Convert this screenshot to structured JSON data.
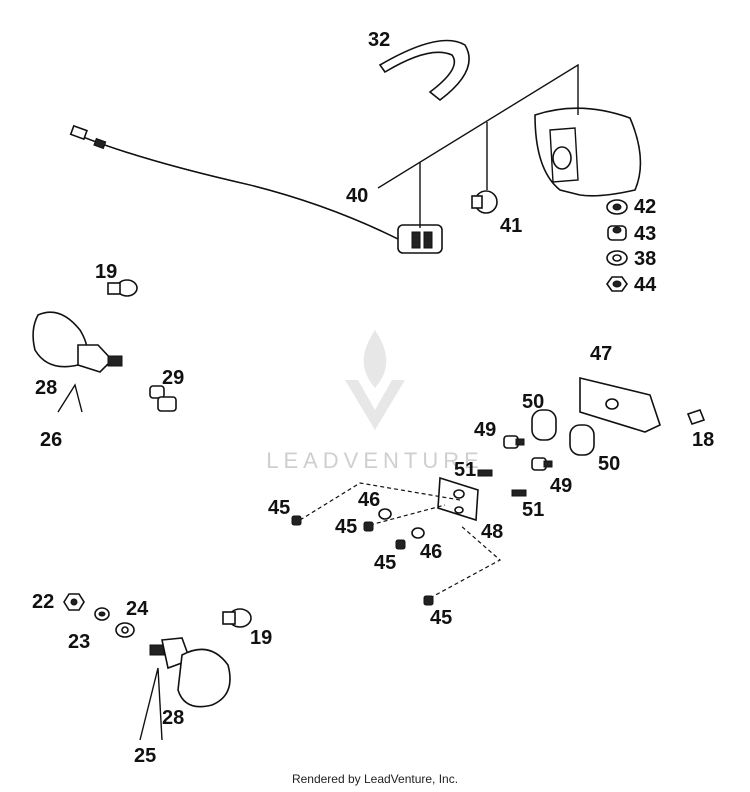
{
  "callouts": [
    "32",
    "40",
    "41",
    "42",
    "43",
    "38",
    "44",
    "19",
    "28",
    "26",
    "29",
    "47",
    "50",
    "49",
    "18",
    "51",
    "45",
    "46",
    "48",
    "22",
    "24",
    "23",
    "25"
  ],
  "watermark": "LEADVENTURE",
  "footer": "Rendered by LeadVenture, Inc."
}
